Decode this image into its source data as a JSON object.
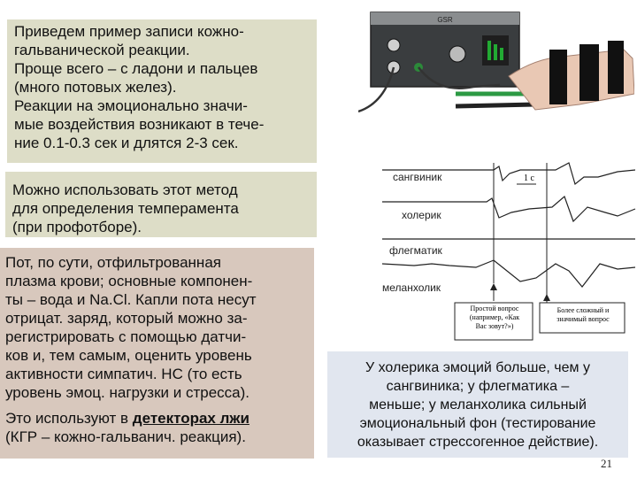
{
  "intro": "Приведем пример записи кожно-\nгальванической реакции.\nПроще всего – с ладони и пальцев\n(много потовых желез).\nРеакции на эмоционально значи-\nмые воздействия возникают в тече-\nние 0.1-0.3 сек и длятся 2-3 сек.",
  "method": "Можно использовать этот метод\nдля определения темперамента\n(при профотборе).",
  "sweat": "Пот, по сути, отфильтрованная\nплазма крови; основные компонен-\nты – вода и Na.Cl. Капли пота несут\nотрицат. заряд, который можно за-\nрегистрировать с помощью датчи-\nков и, тем самым, оценить уровень\nактивности симпатич. НС (то есть\nуровень эмоц. нагрузки и стресса).",
  "detector_pre": "Это используют в ",
  "detector_bold": "детекторах лжи",
  "detector_post": "(КГР – кожно-гальванич. реакция).",
  "chart": {
    "labels": [
      "сангвиник",
      "холерик",
      "флегматик",
      "меланхолик"
    ],
    "scale": "1 с",
    "box_left": "Простой вопрос\n(например, «Как\nВас зовут?»)",
    "box_right": "Более сложный и\nзначимый вопрос"
  },
  "conclusion": "У холерика эмоций больше, чем у\nсангвиника; у флегматика –\nменьше; у меланхолика сильный\nэмоциональный фон (тестирование\nоказывает стрессогенное действие).",
  "page_number": "21",
  "device_label": "GSR"
}
